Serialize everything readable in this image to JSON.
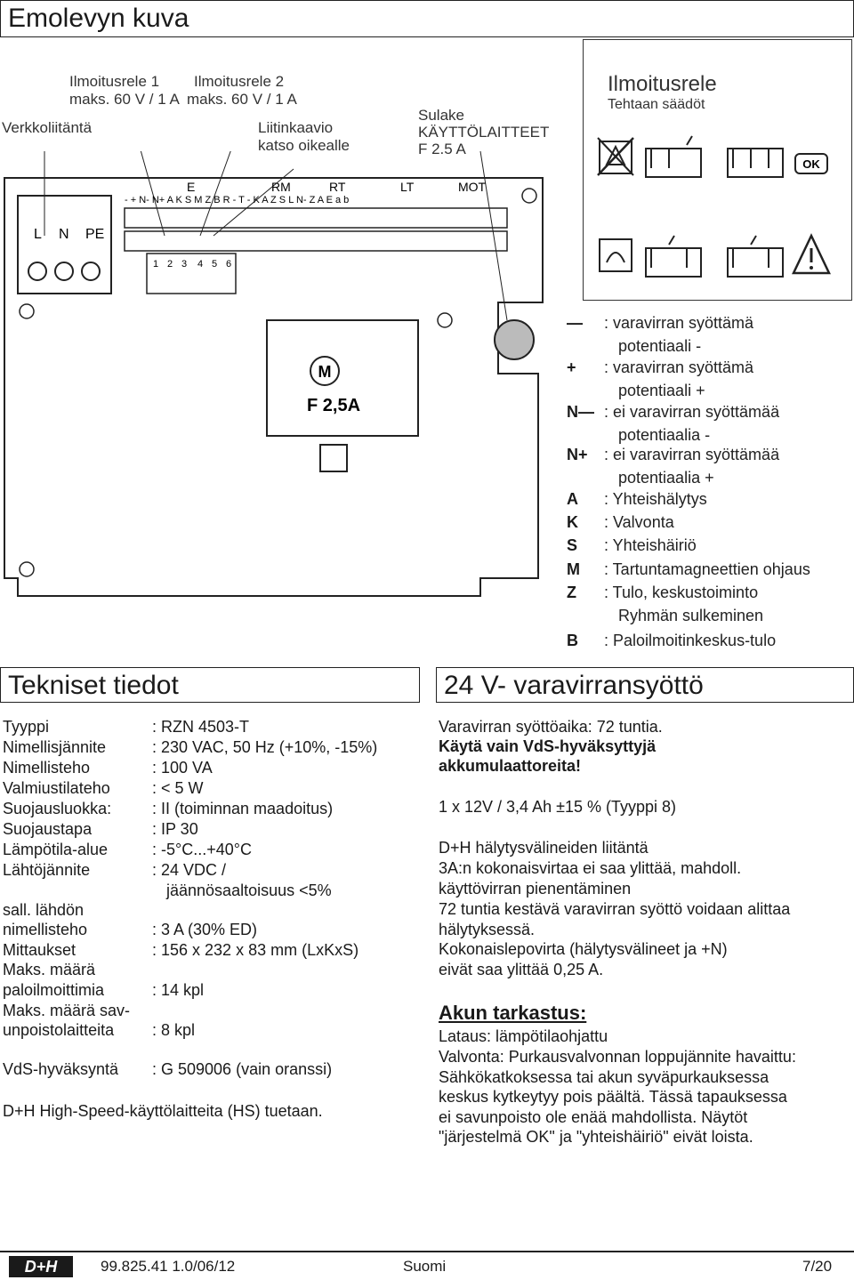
{
  "page_title": "Emolevyn kuva",
  "diagram_labels": {
    "verkkoliitanta": "Verkkoliitäntä",
    "ilmoitusrele1_a": "Ilmoitusrele 1",
    "ilmoitusrele1_b": "maks. 60 V / 1 A",
    "ilmoitusrele2_a": "Ilmoitusrele 2",
    "ilmoitusrele2_b": "maks. 60 V / 1 A",
    "liitinkaavio_a": "Liitinkaavio",
    "liitinkaavio_b": "katso oikealle",
    "sulake_a": "Sulake",
    "sulake_b": "KÄYTTÖLAITTEET",
    "sulake_c": "F 2.5 A",
    "rele_title": "Ilmoitusrele",
    "rele_subtitle": "Tehtaan säädöt",
    "ok": "OK",
    "terminal_groups": [
      "E",
      "RM",
      "RT",
      "LT",
      "MOT"
    ],
    "terminal_row": "- + N- N+ A K S M Z B   R - T - K A Z S   L N- Z A   E a b",
    "power_terminals": [
      "L",
      "N",
      "PE"
    ],
    "switch_numbers": [
      "1",
      "2",
      "3",
      "4",
      "5",
      "6"
    ],
    "motor_letter": "M",
    "fuse_label": "F 2,5A"
  },
  "legend": [
    {
      "key": "—",
      "lines": [
        ": varavirran syöttämä",
        "potentiaali -"
      ]
    },
    {
      "key": "+",
      "lines": [
        ": varavirran syöttämä",
        "potentiaali +"
      ]
    },
    {
      "key": "N—",
      "lines": [
        ": ei varavirran syöttämää",
        "potentiaalia -"
      ]
    },
    {
      "key": "N+",
      "lines": [
        ": ei varavirran syöttämää",
        "potentiaalia +"
      ]
    },
    {
      "key": "A",
      "lines": [
        ": Yhteishälytys"
      ]
    },
    {
      "key": "K",
      "lines": [
        ": Valvonta"
      ]
    },
    {
      "key": "S",
      "lines": [
        ": Yhteishäiriö"
      ]
    },
    {
      "key": "M",
      "lines": [
        ": Tartuntamagneettien ohjaus"
      ]
    },
    {
      "key": "Z",
      "lines": [
        ": Tulo, keskustoiminto",
        "Ryhmän sulkeminen"
      ]
    },
    {
      "key": "B",
      "lines": [
        ": Paloilmoitinkeskus-tulo"
      ]
    }
  ],
  "tech": {
    "title": "Tekniset tiedot",
    "rows": [
      {
        "k": [
          "Tyyppi"
        ],
        "v": [
          ": RZN 4503-T"
        ]
      },
      {
        "k": [
          "Nimellisjännite"
        ],
        "v": [
          ": 230 VAC, 50 Hz (+10%, -15%)"
        ]
      },
      {
        "k": [
          "Nimellisteho"
        ],
        "v": [
          ": 100 VA"
        ]
      },
      {
        "k": [
          "Valmiustilateho"
        ],
        "v": [
          ": < 5 W"
        ]
      },
      {
        "k": [
          "Suojausluokka:"
        ],
        "v": [
          ": II (toiminnan maadoitus)"
        ]
      },
      {
        "k": [
          "Suojaustapa"
        ],
        "v": [
          ": IP 30"
        ]
      },
      {
        "k": [
          "Lämpötila-alue"
        ],
        "v": [
          ": -5°C...+40°C"
        ]
      },
      {
        "k": [
          "Lähtöjännite"
        ],
        "v": [
          ": 24 VDC /",
          "  jäännösaaltoisuus <5%"
        ]
      },
      {
        "k": [
          "sall. lähdön",
          "nimellisteho"
        ],
        "v": [
          "",
          ": 3 A (30% ED)"
        ]
      },
      {
        "k": [
          "Mittaukset"
        ],
        "v": [
          ": 156 x 232 x 83 mm (LxKxS)"
        ]
      },
      {
        "k": [
          "Maks. määrä",
          "paloilmoittimia"
        ],
        "v": [
          "",
          ": 14 kpl"
        ]
      },
      {
        "k": [
          "Maks. määrä sav-",
          "unpoistolaitteita"
        ],
        "v": [
          "",
          ": 8 kpl"
        ]
      },
      {
        "k": [
          "VdS-hyväksyntä"
        ],
        "v": [
          ": G 509006 (vain oranssi)"
        ]
      }
    ],
    "footer_note": "D+H High-Speed-käyttölaitteita (HS) tuetaan."
  },
  "battery": {
    "title": "24 V- varavirransyöttö",
    "line1": "Varavirran syöttöaika: 72 tuntia.",
    "bold1": "Käytä vain VdS-hyväksyttyjä",
    "bold2": "akkumulaattoreita!",
    "spec": "1 x 12V / 3,4 Ah ±15 % (Tyyppi 8)",
    "para": [
      "D+H hälytysvälineiden liitäntä",
      "3A:n kokonaisvirtaa ei saa ylittää, mahdoll.",
      "käyttövirran pienentäminen",
      "72 tuntia kestävä varavirran syöttö voidaan alittaa",
      "hälytyksessä.",
      "Kokonaislepovirta (hälytysvälineet ja +N)",
      "eivät saa ylittää 0,25 A."
    ],
    "check_title": "Akun tarkastus:",
    "check": [
      "Lataus: lämpötilaohjattu",
      "Valvonta: Purkausvalvonnan loppujännite havaittu:",
      "Sähkökatkoksessa tai akun syväpurkauksessa",
      "keskus kytkeytyy pois päältä. Tässä tapauksessa",
      "ei savunpoisto ole enää mahdollista. Näytöt",
      "\"järjestelmä OK\" ja \"yhteishäiriö\" eivät loista."
    ]
  },
  "footer": {
    "logo": "D+H",
    "doc_code": "99.825.41 1.0/06/12",
    "language": "Suomi",
    "page": "7/20"
  }
}
